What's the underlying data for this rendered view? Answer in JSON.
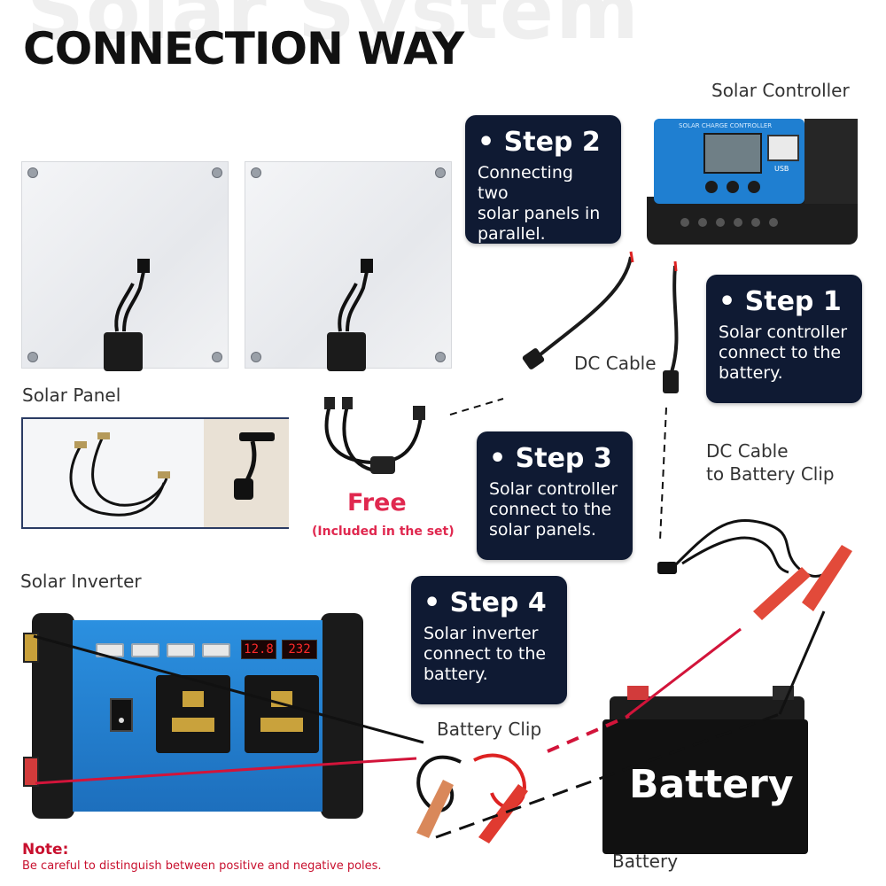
{
  "header": {
    "watermark": "Solar System",
    "title": "CONNECTION WAY"
  },
  "labels": {
    "solar_controller": "Solar Controller",
    "solar_panel": "Solar Panel",
    "dc_cable": "DC Cable",
    "dc_cable_battery_clip_1": "DC Cable",
    "dc_cable_battery_clip_2": "to Battery Clip",
    "solar_inverter": "Solar Inverter",
    "battery_clip": "Battery Clip",
    "battery": "Battery"
  },
  "steps": [
    {
      "title": "• Step 2",
      "desc": [
        "Connecting two",
        "solar panels in",
        "parallel."
      ]
    },
    {
      "title": "• Step 1",
      "desc": [
        "Solar controller",
        "connect to the",
        "battery."
      ]
    },
    {
      "title": "• Step 3",
      "desc": [
        "Solar controller",
        "connect to the",
        "solar panels."
      ]
    },
    {
      "title": "• Step 4",
      "desc": [
        "Solar inverter",
        "connect to the",
        "battery."
      ]
    }
  ],
  "free": {
    "label": "Free",
    "sub": "(Included in the set)"
  },
  "device_text": {
    "controller_brand": "SOLAR CHARGE CONTROLLER",
    "controller_usb": "USB",
    "battery_label": "Battery",
    "inverter_display_1": "12.8",
    "inverter_display_2": "232"
  },
  "note": {
    "title": "Note:",
    "text": "Be careful to distinguish between positive and negative poles."
  },
  "colors": {
    "step_bg": "#0f1a33",
    "accent_red": "#e0284f",
    "inverter_blue": "#2b90e0",
    "controller_blue": "#1f7fd1"
  }
}
